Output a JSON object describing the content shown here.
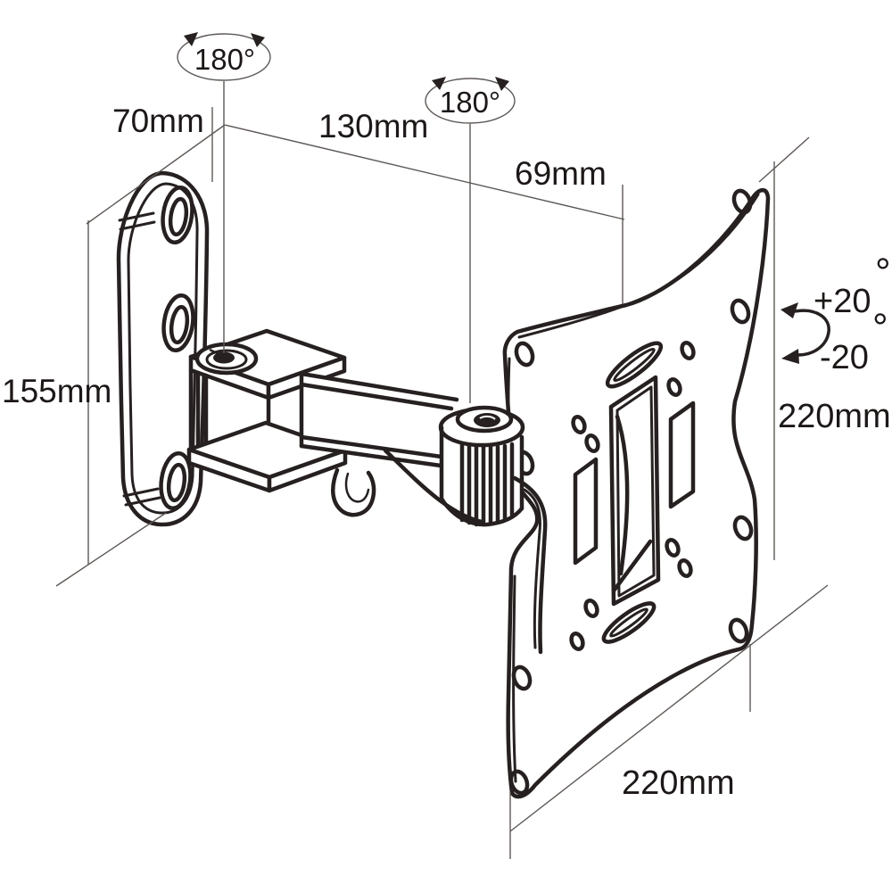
{
  "page": {
    "background": "#ffffff",
    "description": "Line-art dimension diagram of an articulating TV wall mount bracket"
  },
  "diagram": {
    "colors": {
      "product_line": "#262120",
      "dimension_line": "#5d5855",
      "text": "#1c1817",
      "background": "#ffffff"
    },
    "labels": {
      "swivel_wall_joint": "180°",
      "swivel_arm_joint": "180°",
      "wall_plate_depth": "70mm",
      "arm_extension": "130mm",
      "joint_to_plate": "69mm",
      "wall_plate_height": "155mm",
      "tilt_up": "+20",
      "tilt_down": "-20",
      "tilt_up_degree": "°",
      "tilt_down_degree": "°",
      "vesa_plate_height": "220mm",
      "vesa_plate_width": "220mm"
    }
  }
}
